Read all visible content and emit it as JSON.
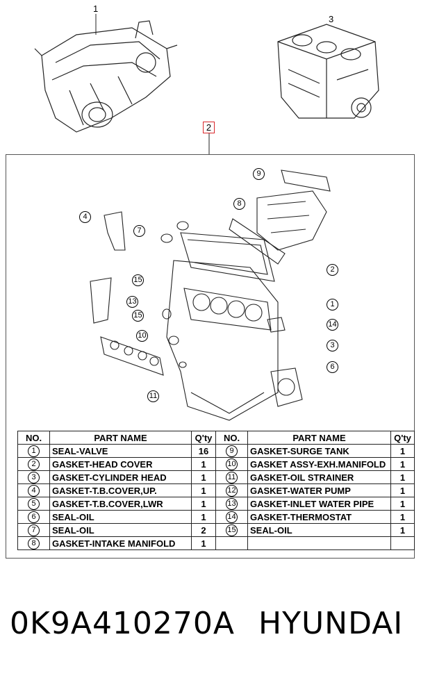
{
  "diagram": {
    "callout_labels": {
      "engine_assembly": "1",
      "gasket_kit": "2",
      "cylinder_block": "3"
    },
    "kit_callouts": [
      "9",
      "8",
      "4",
      "7",
      "2",
      "15",
      "13",
      "1",
      "15",
      "14",
      "10",
      "3",
      "6",
      "11"
    ]
  },
  "table": {
    "headers": {
      "no": "NO.",
      "part_name": "PART NAME",
      "qty": "Q'ty"
    },
    "left_rows": [
      {
        "no": "1",
        "name": "SEAL-VALVE",
        "qty": "16"
      },
      {
        "no": "2",
        "name": "GASKET-HEAD COVER",
        "qty": "1"
      },
      {
        "no": "3",
        "name": "GASKET-CYLINDER HEAD",
        "qty": "1"
      },
      {
        "no": "4",
        "name": "GASKET-T.B.COVER,UP.",
        "qty": "1"
      },
      {
        "no": "5",
        "name": "GASKET-T.B.COVER,LWR",
        "qty": "1"
      },
      {
        "no": "6",
        "name": "SEAL-OIL",
        "qty": "1"
      },
      {
        "no": "7",
        "name": "SEAL-OIL",
        "qty": "2"
      },
      {
        "no": "8",
        "name": "GASKET-INTAKE MANIFOLD",
        "qty": "1"
      }
    ],
    "right_rows": [
      {
        "no": "9",
        "name": "GASKET-SURGE TANK",
        "qty": "1"
      },
      {
        "no": "10",
        "name": "GASKET ASSY-EXH.MANIFOLD",
        "qty": "1"
      },
      {
        "no": "11",
        "name": "GASKET-OIL STRAINER",
        "qty": "1"
      },
      {
        "no": "12",
        "name": "GASKET-WATER PUMP",
        "qty": "1"
      },
      {
        "no": "13",
        "name": "GASKET-INLET WATER PIPE",
        "qty": "1"
      },
      {
        "no": "14",
        "name": "GASKET-THERMOSTAT",
        "qty": "1"
      },
      {
        "no": "15",
        "name": "SEAL-OIL",
        "qty": "1"
      },
      {
        "no": "",
        "name": "",
        "qty": ""
      }
    ]
  },
  "footer": {
    "part_number": "0K9A410270A",
    "brand": "HYUNDAI"
  },
  "colors": {
    "callout_box": "#d9262a",
    "line": "#222222"
  }
}
